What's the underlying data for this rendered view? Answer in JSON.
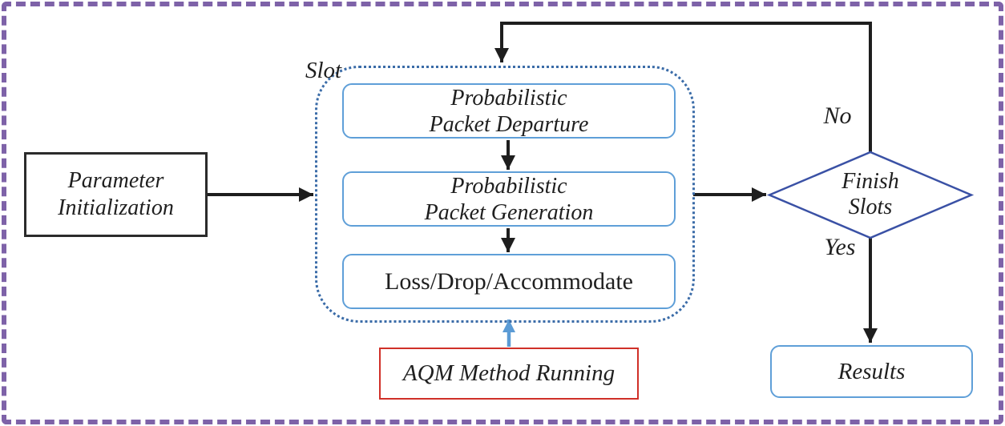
{
  "title": "AQM simulation flowchart",
  "colors": {
    "line": "#1e1e1e",
    "text": "#1f1f1f",
    "purple": "#7e62a8",
    "dotted-blue": "#3b6ca8",
    "box-blue": "#5f9fd8",
    "diamond-blue": "#3a51a5",
    "red": "#d03028",
    "arrow-blue": "#5b9bd5"
  },
  "nodes": {
    "parameter_init": {
      "lines": [
        "Parameter",
        "Initialization"
      ]
    },
    "slot": {
      "label": "Slot",
      "steps": [
        {
          "lines": [
            "Probabilistic",
            "Packet Departure"
          ]
        },
        {
          "lines": [
            "Probabilistic",
            "Packet Generation"
          ]
        },
        {
          "lines": [
            "Loss/Drop/Accommodate"
          ]
        }
      ]
    },
    "aqm": {
      "label": "AQM Method Running"
    },
    "decision": {
      "lines": [
        "Finish",
        "Slots"
      ]
    },
    "results": {
      "label": "Results"
    },
    "edge_labels": {
      "no": "No",
      "yes": "Yes"
    }
  }
}
